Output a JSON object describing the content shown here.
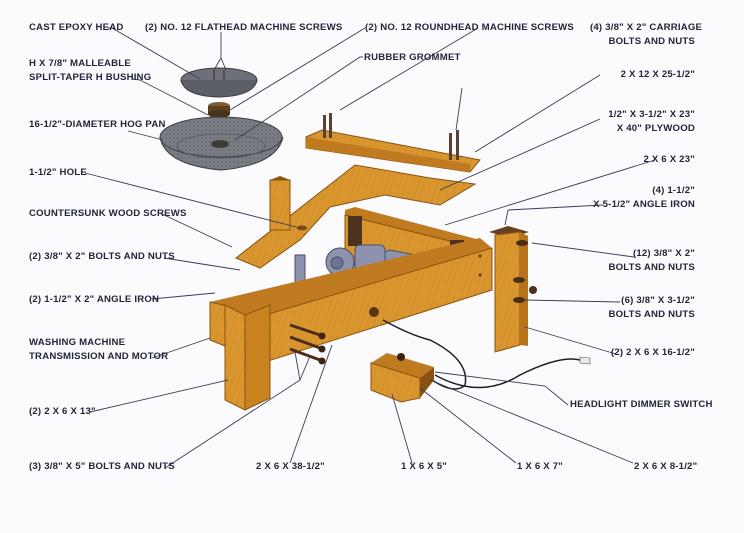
{
  "diagram": {
    "title": "Exploded assembly of a hog pan stand with washing machine transmission and motor",
    "colors": {
      "wood": "#d9962e",
      "wood_dark": "#b7731c",
      "wood_edge": "#8a5210",
      "metal": "#6c6f79",
      "motor": "#8d93ad",
      "line": "#3a3d55",
      "text": "#22253a"
    },
    "labels": {
      "cast_epoxy_head": "CAST EPOXY HEAD",
      "flathead_screws": "(2) NO. 12 FLATHEAD MACHINE SCREWS",
      "roundhead_screws": "(2) NO. 12 ROUNDHEAD MACHINE SCREWS",
      "carriage_bolts": [
        "(4) 3/8\" X 2\" CARRIAGE",
        "BOLTS AND NUTS"
      ],
      "bushing": [
        "H X 7/8\" MALLEABLE",
        "SPLIT-TAPER H BUSHING"
      ],
      "rubber_grommet": "RUBBER GROMMET",
      "board_2x12": "2 X 12 X 25-1/2\"",
      "hog_pan": "16-1/2\"-DIAMETER HOG PAN",
      "plywood": [
        "1/2\" X 3-1/2\" X 23\"",
        "X 40\" PLYWOOD"
      ],
      "hole": "1-1/2\" HOLE",
      "board_2x6x23": "2 X 6 X 23\"",
      "wood_screws": "COUNTERSUNK WOOD SCREWS",
      "angle_iron_4": [
        "(4) 1-1/2\"",
        "X 5-1/2\" ANGLE IRON"
      ],
      "bolts_2_3_8x2": "(2) 3/8\" X 2\" BOLTS AND NUTS",
      "bolts_12": [
        "(12) 3/8\" X 2\"",
        "BOLTS AND NUTS"
      ],
      "angle_iron_2": "(2) 1-1/2\" X 2\" ANGLE IRON",
      "bolts_6": [
        "(6) 3/8\" X 3-1/2\"",
        "BOLTS AND NUTS"
      ],
      "transmission": [
        "WASHING MACHINE",
        "TRANSMISSION AND MOTOR"
      ],
      "board_2x6x16": "(2) 2 X 6 X 16-1/2\"",
      "headlight_switch": "HEADLIGHT DIMMER SWITCH",
      "board_2x6x13": "(2) 2 X 6 X 13\"",
      "bolts_3": "(3) 3/8\" X 5\" BOLTS AND NUTS",
      "board_2x6x38": "2 X 6 X 38-1/2\"",
      "board_1x6x5": "1 X 6 X 5\"",
      "board_1x6x7": "1 X 6 X 7\"",
      "board_2x6x8": "2 X 6 X 8-1/2\""
    }
  }
}
